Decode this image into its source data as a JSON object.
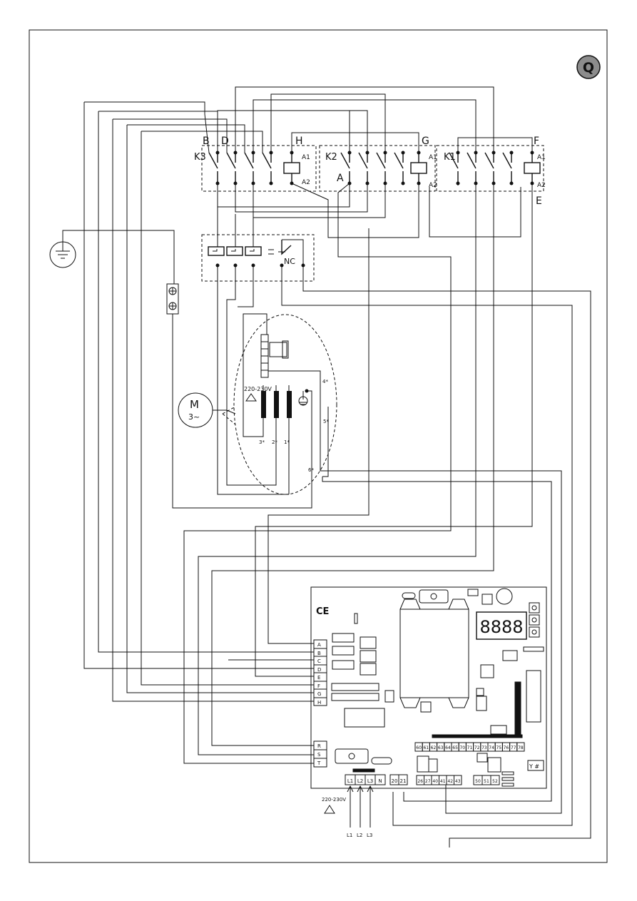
{
  "badge": {
    "letter": "Q",
    "color": "#8c8c8c"
  },
  "contactors": {
    "k3": {
      "name": "K3"
    },
    "k2": {
      "name": "K2"
    },
    "k1": {
      "name": "K1"
    },
    "coil_a1": "A1",
    "coil_a2": "A2"
  },
  "terminals": {
    "b": "B",
    "d": "D",
    "h": "H",
    "g": "G",
    "f": "F",
    "a": "A",
    "e": "E"
  },
  "overload": {
    "nc_label": "NC"
  },
  "motor": {
    "label": "M",
    "phase": "3~"
  },
  "motor_box": {
    "voltage": "220-230V",
    "wire_labels": [
      "4*",
      "5*",
      "6*",
      "3*",
      "2*",
      "1*"
    ]
  },
  "control_board": {
    "ce_mark": "CE",
    "display_digits": "8888",
    "left_terminals": [
      "A",
      "B",
      "C",
      "D",
      "E",
      "F",
      "G",
      "H"
    ],
    "rst_terminals": [
      "R",
      "S",
      "T"
    ],
    "top_terminals": [
      "60",
      "61",
      "62",
      "63",
      "64",
      "65",
      "70",
      "71",
      "72",
      "73",
      "74",
      "75",
      "76",
      "77",
      "78"
    ],
    "bottom_terminals_1": [
      "26",
      "27",
      "40",
      "41",
      "42",
      "43"
    ],
    "bottom_terminals_2": [
      "50",
      "51",
      "52"
    ],
    "power_terminals": [
      "L1",
      "L2",
      "L3",
      "N"
    ],
    "aux_terminals": [
      "20",
      "21"
    ],
    "jumper_label": "Y #"
  },
  "supply": {
    "voltage": "220-230V",
    "lines": [
      "L1",
      "L2",
      "L3"
    ]
  }
}
